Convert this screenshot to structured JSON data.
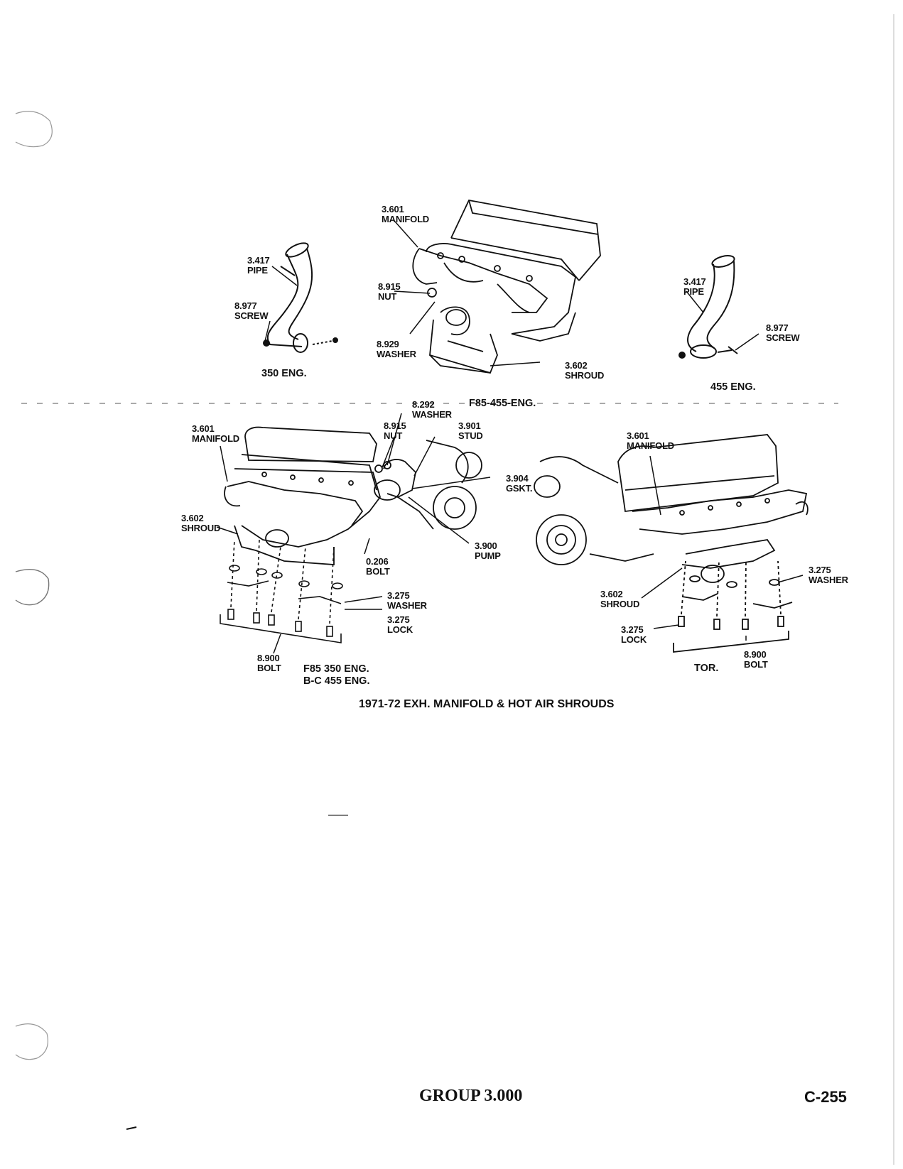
{
  "diagram_title": "1971-72 EXH. MANIFOLD & HOT AIR SHROUDS",
  "sections": {
    "350_eng": {
      "caption": "350 ENG.",
      "callouts": [
        {
          "num": "3.417",
          "name": "PIPE"
        },
        {
          "num": "8.977",
          "name": "SCREW"
        }
      ]
    },
    "f85_455_eng": {
      "caption": "F85-455-ENG.",
      "callouts": [
        {
          "num": "3.601",
          "name": "MANIFOLD"
        },
        {
          "num": "8.915",
          "name": "NUT"
        },
        {
          "num": "8.929",
          "name": "WASHER"
        },
        {
          "num": "3.602",
          "name": "SHROUD"
        }
      ]
    },
    "455_eng": {
      "caption": "455 ENG.",
      "callouts": [
        {
          "num": "3.417",
          "name": "PIPE"
        },
        {
          "num": "8.977",
          "name": "SCREW"
        }
      ]
    },
    "f85_350_bc_455": {
      "caption_line1": "F85 350 ENG.",
      "caption_line2": "B-C 455 ENG.",
      "callouts": [
        {
          "num": "3.601",
          "name": "MANIFOLD"
        },
        {
          "num": "8.292",
          "name": "WASHER"
        },
        {
          "num": "8.915",
          "name": "NUT"
        },
        {
          "num": "3.901",
          "name": "STUD"
        },
        {
          "num": "3.904",
          "name": "GSKT."
        },
        {
          "num": "3.602",
          "name": "SHROUD"
        },
        {
          "num": "3.900",
          "name": "PUMP"
        },
        {
          "num": "0.206",
          "name": "BOLT"
        },
        {
          "num": "3.275",
          "name": "WASHER"
        },
        {
          "num": "3.275",
          "name": "LOCK"
        },
        {
          "num": "8.900",
          "name": "BOLT"
        }
      ]
    },
    "tor": {
      "caption": "TOR.",
      "callouts": [
        {
          "num": "3.601",
          "name": "MANIFOLD"
        },
        {
          "num": "3.275",
          "name": "WASHER"
        },
        {
          "num": "3.602",
          "name": "SHROUD"
        },
        {
          "num": "3.275",
          "name": "LOCK"
        },
        {
          "num": "8.900",
          "name": "BOLT"
        }
      ]
    }
  },
  "footer": {
    "group": "GROUP 3.000",
    "page": "C-255"
  }
}
